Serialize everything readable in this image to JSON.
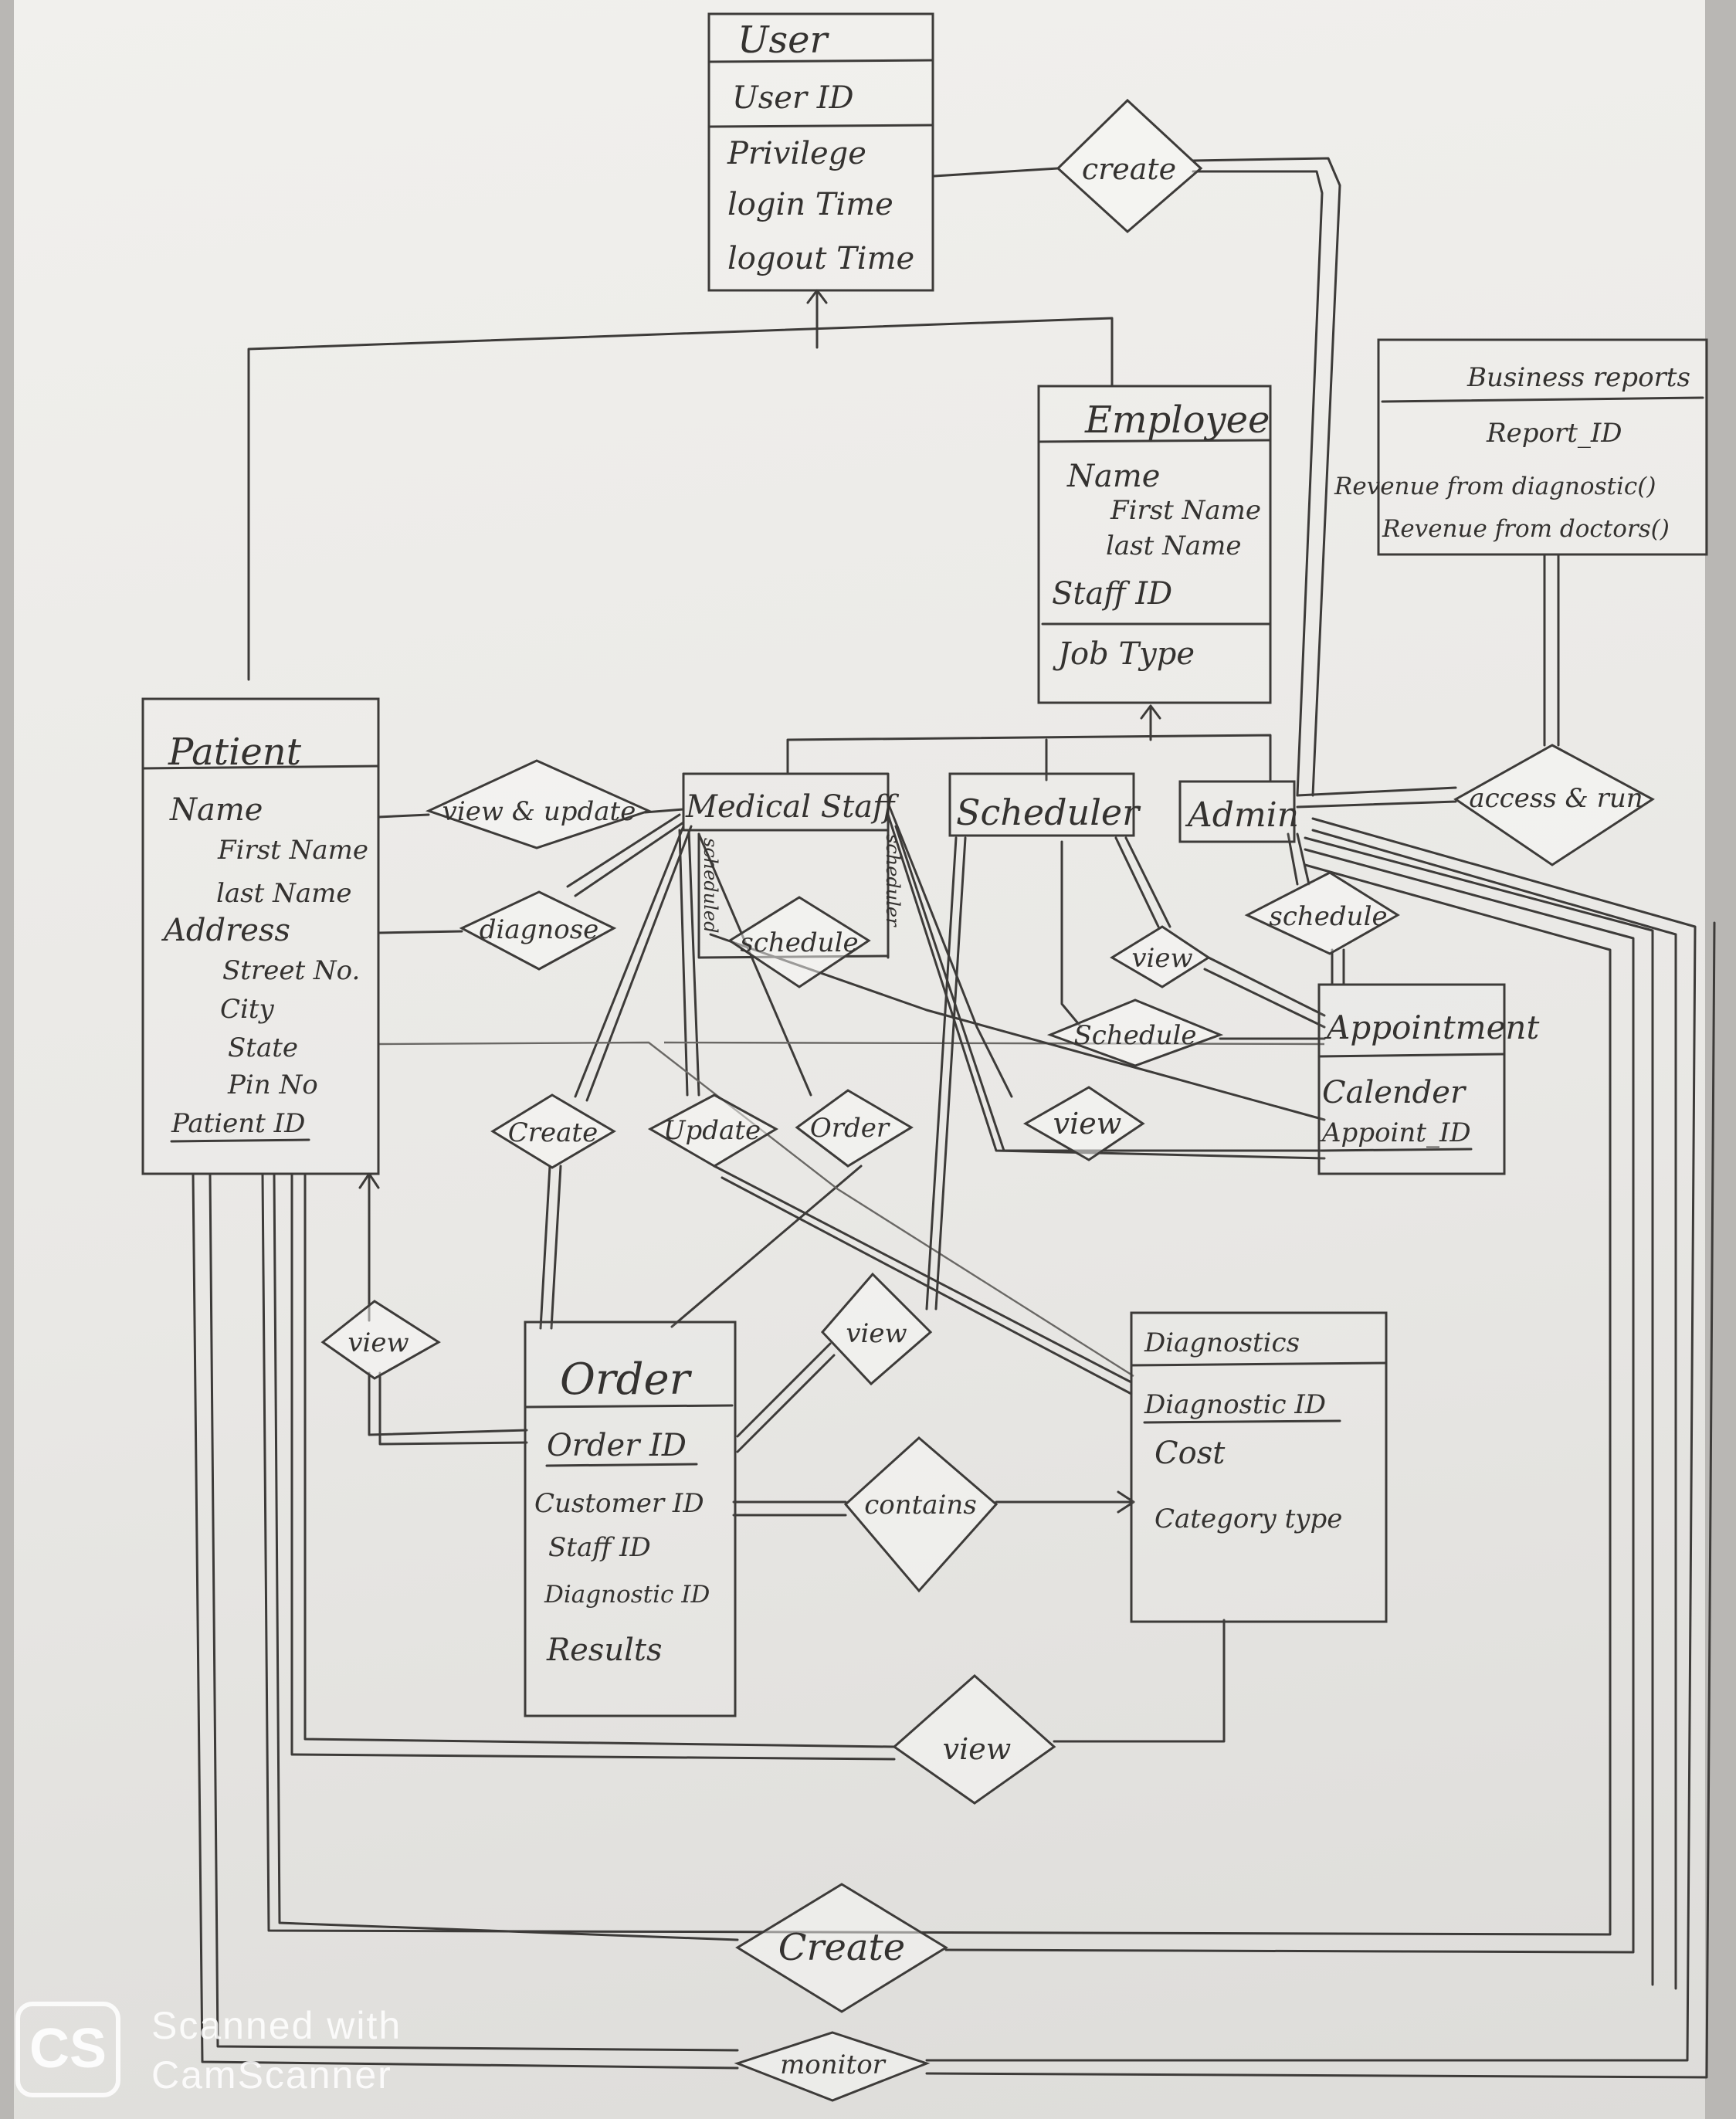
{
  "entities": {
    "user": {
      "title": "User",
      "attributes": [
        "User ID",
        "Privilege",
        "login Time",
        "logout Time"
      ]
    },
    "employee": {
      "title": "Employee",
      "attributes": [
        "Name",
        "First Name",
        "last Name",
        "Staff ID",
        "Job Type"
      ]
    },
    "business_reports": {
      "title": "Business reports",
      "attributes": [
        "Report_ID",
        "Revenue from diagnostic()",
        "Revenue from doctors()"
      ]
    },
    "patient": {
      "title": "Patient",
      "attributes": [
        "Name",
        "First Name",
        "last Name",
        "Address",
        "Street No.",
        "City",
        "State",
        "Pin No",
        "Patient ID"
      ]
    },
    "medical_staff": {
      "title": "Medical Staff"
    },
    "scheduler": {
      "title": "Scheduler"
    },
    "admin": {
      "title": "Admin"
    },
    "appointment": {
      "title": "Appointment",
      "attributes": [
        "Calender",
        "Appoint_ID"
      ]
    },
    "order": {
      "title": "Order",
      "attributes": [
        "Order ID",
        "Customer ID",
        "Staff ID",
        "Diagnostic ID",
        "Results"
      ]
    },
    "diagnostics": {
      "title": "Diagnostics",
      "attributes": [
        "Diagnostic ID",
        "Cost",
        "Category type"
      ]
    }
  },
  "relationships": {
    "create_user": "create",
    "access_run": "access & run",
    "view_update": "view & update",
    "diagnose": "diagnose",
    "schedule_staff": "schedule",
    "schedule_admin": "schedule",
    "view_appointment": "view",
    "schedule_appointment": "Schedule",
    "view_appointment_2": "view",
    "create_order": "Create",
    "update_order": "Update",
    "order": "Order",
    "view_patient": "view",
    "view_order": "view",
    "contains": "contains",
    "view_diagnostics": "view",
    "create_bottom": "Create",
    "monitor": "monitor"
  },
  "side_labels": {
    "scheduled": "scheduled",
    "scheduler": "scheduler"
  },
  "watermark": {
    "badge": "CS",
    "line1": "Scanned with",
    "line2": "CamScanner"
  }
}
